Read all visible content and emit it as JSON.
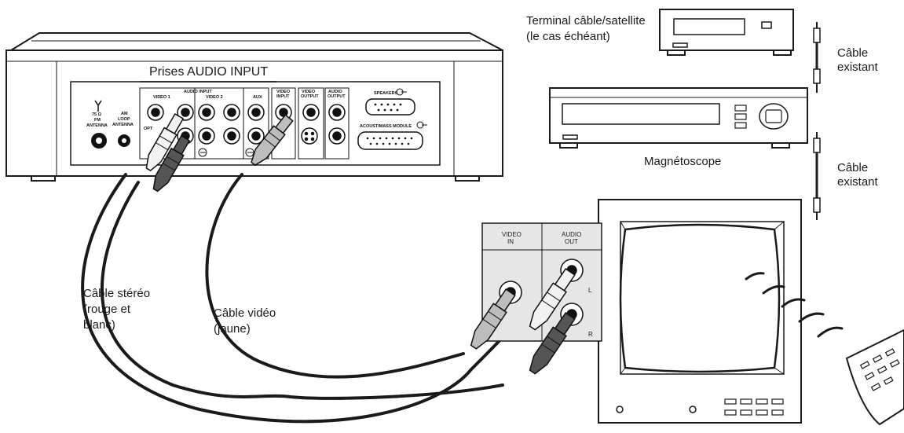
{
  "labels": {
    "audio_input_jacks": "Prises AUDIO INPUT",
    "sat_box_line1": "Terminal câble/satellite",
    "sat_box_line2": "(le cas échéant)",
    "vcr": "Magnétoscope",
    "existing_cable_top_line1": "Câble",
    "existing_cable_top_line2": "existant",
    "existing_cable_bottom_line1": "Câble",
    "existing_cable_bottom_line2": "existant",
    "stereo_cable_line1": "Câble stéréo",
    "stereo_cable_line2": "(rouge et",
    "stereo_cable_line3": "blanc)",
    "video_cable_line1": "Câble vidéo",
    "video_cable_line2": "(jaune)"
  },
  "receiver_panel": {
    "fm_antenna_line1": "75 Ω",
    "fm_antenna_line2": "FM",
    "fm_antenna_line3": "ANTENNA",
    "am_antenna_line1": "AM",
    "am_antenna_line2": "LOOP",
    "am_antenna_line3": "ANTENNA",
    "audio_input_header": "AUDIO INPUT",
    "video1": "VIDEO 1",
    "video2": "VIDEO 2",
    "aux": "AUX",
    "video_input_line1": "VIDEO",
    "video_input_line2": "INPUT",
    "video_output_line1": "VIDEO",
    "video_output_line2": "OUTPUT",
    "audio_output_line1": "AUDIO",
    "audio_output_line2": "OUTPUT",
    "speakers": "SPEAKERS",
    "acoustimass": "ACOUSTIMASS MODULE",
    "optical": "OPT"
  },
  "tv_panel": {
    "video_in_line1": "VIDEO",
    "video_in_line2": "IN",
    "audio_out_line1": "AUDIO",
    "audio_out_line2": "OUT",
    "left": "L",
    "right": "R"
  },
  "colors": {
    "line": "#1a1a1a",
    "dark_plug": "#555555",
    "light_plug": "#bdbdbd",
    "white_plug": "#f2f2f2",
    "panel_bg": "#e6e6e6"
  }
}
